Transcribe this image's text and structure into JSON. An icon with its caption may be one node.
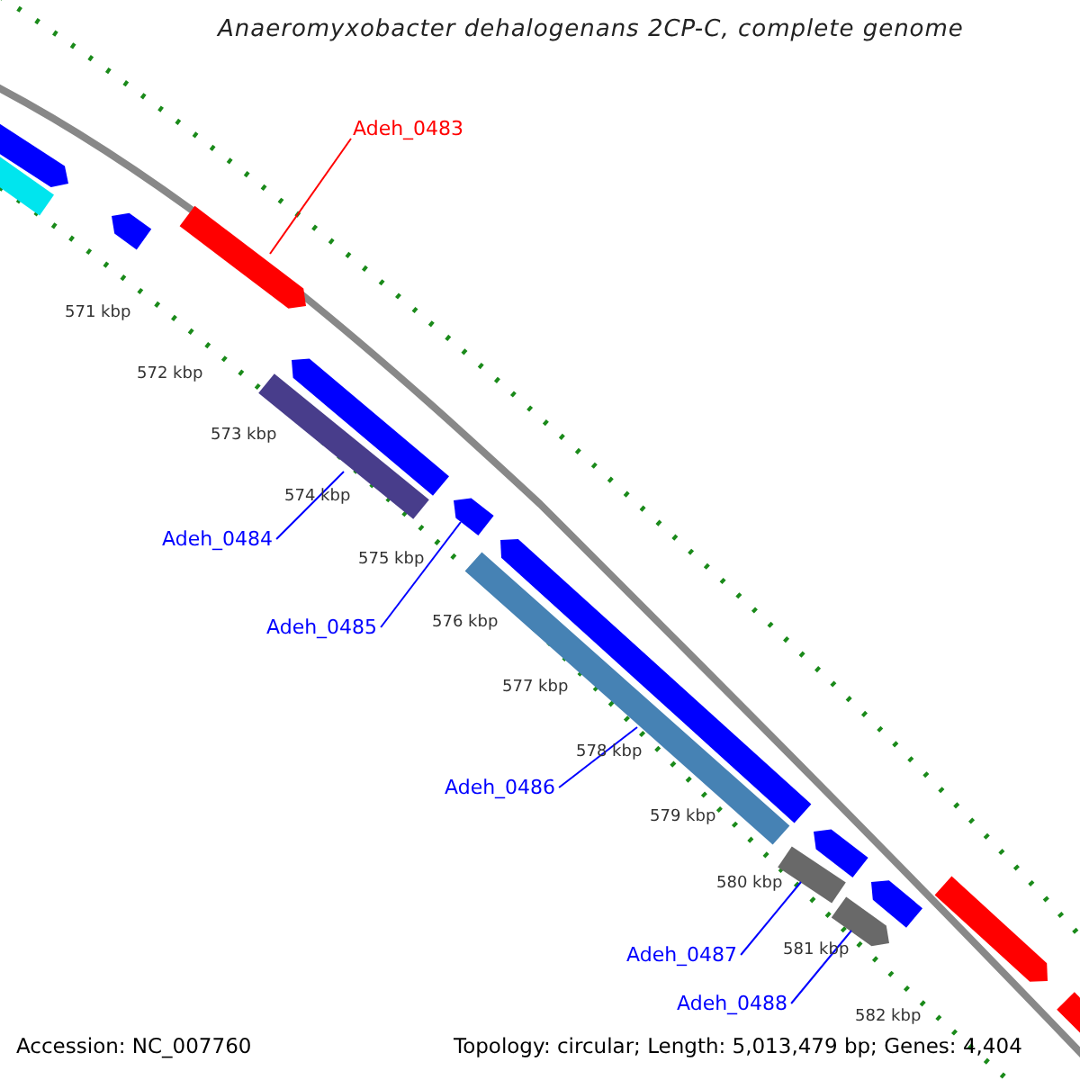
{
  "diagram": {
    "title": "Anaeromyxobacter dehalogenans 2CP-C, complete genome",
    "nodes": [
      {
        "text": [
          "Adeh_0483"
        ]
      },
      {
        "text": [],
        "shape": "bar"
      },
      {
        "text": [],
        "shape": "bar"
      },
      {
        "text": [],
        "shape": "bar"
      },
      {
        "text": [],
        "shape": "bar"
      },
      {
        "text": [],
        "shape": "bar"
      },
      {
        "text": [],
        "shape": "bar"
      },
      {
        "text": [
          "Adeh_0484"
        ]
      },
      {
        "text": [],
        "shape": "bar"
      },
      {
        "text": [
          "Adeh_0485"
        ]
      },
      {
        "text": [],
        "shape": "bar"
      },
      {
        "text": [],
        "shape": "bar"
      },
      {
        "text": [
          "Adeh_0486"
        ]
      },
      {
        "text": [],
        "shape": "bar"
      },
      {
        "text": [],
        "shape": "bar"
      },
      {
        "text": [
          "Adeh_0487"
        ]
      },
      {
        "text": [],
        "shape": "bar"
      },
      {
        "text": [],
        "shape": "bar"
      },
      {
        "text": [
          "Adeh_0488"
        ]
      },
      {
        "text": [],
        "shape": "bar"
      },
      {
        "text": [],
        "shape": "bar"
      }
    ],
    "edges": [
      {
        "from": 0,
        "to": 1,
        "arrow": "none",
        "color": "#ff0000"
      },
      {
        "from": 7,
        "to": 6,
        "arrow": "none"
      },
      {
        "from": 9,
        "to": 8,
        "arrow": "none"
      },
      {
        "from": 12,
        "to": 11,
        "arrow": "none"
      },
      {
        "from": 15,
        "to": 14,
        "arrow": "none"
      },
      {
        "from": 18,
        "to": 17,
        "arrow": "none"
      }
    ],
    "labels": [
      "571 kbp",
      "572 kbp",
      "573 kbp",
      "574 kbp",
      "575 kbp",
      "576 kbp",
      "577 kbp",
      "578 kbp",
      "579 kbp",
      "580 kbp",
      "581 kbp",
      "582 kbp",
      "Accession: NC_007760",
      "Topology: circular; Length: 5,013,479 bp; Genes: 4,404"
    ]
  }
}
